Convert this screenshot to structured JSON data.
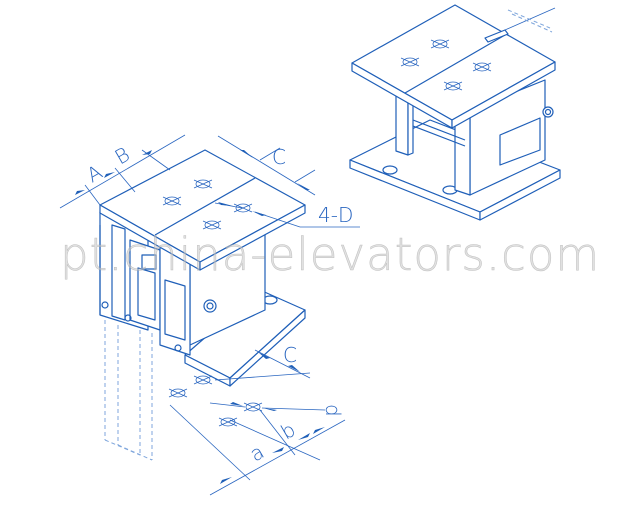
{
  "diagram": {
    "description": "Isometric technical drawing of elevator safety gear / bracket assembly with dimension labels",
    "line_color": "#1f5fb8",
    "dimension_labels": {
      "A": "A",
      "B": "B",
      "C_top": "C",
      "holes": "4-D",
      "C_bottom": "C",
      "d": "d",
      "b": "b",
      "a": "a"
    },
    "watermark": "pt.china-elevators.com"
  }
}
